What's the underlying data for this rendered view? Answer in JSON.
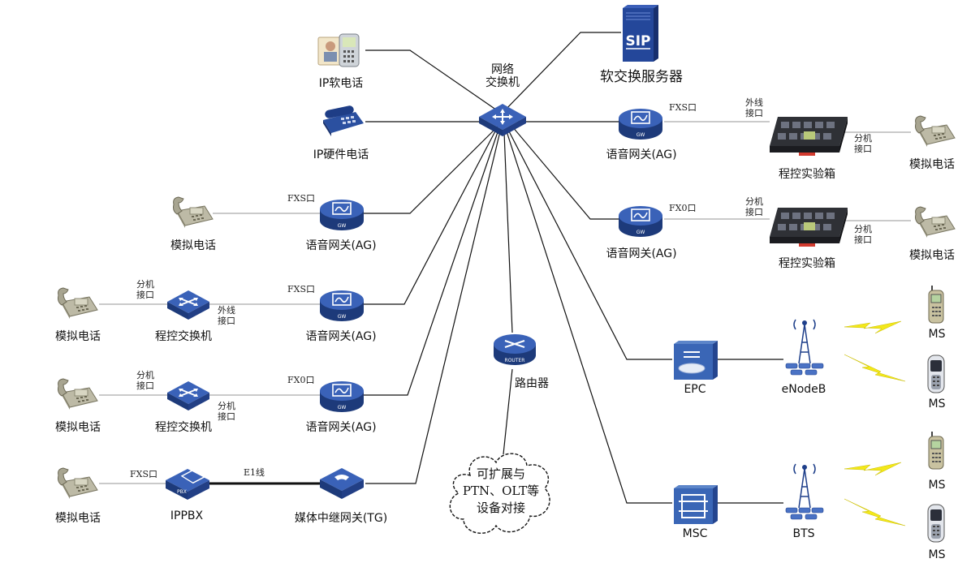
{
  "switch": {
    "label_line1": "网络",
    "label_line2": "交换机"
  },
  "sip_server": {
    "label": "软交换服务器",
    "logo_text": "SIP"
  },
  "ip_soft_phone": {
    "label": "IP软电话"
  },
  "ip_hard_phone": {
    "label": "IP硬件电话"
  },
  "router": {
    "label": "路由器",
    "badge": "ROUTER"
  },
  "cloud": {
    "line1": "可扩展与",
    "line2": "PTN、OLT等",
    "line3": "设备对接"
  },
  "gateway_badge": "GW",
  "pbx_badge": "PBX",
  "left_rows": [
    {
      "phone": "模拟电话",
      "gateway": "语音网关(AG)",
      "gw_port": "FXS口"
    },
    {
      "phone": "模拟电话",
      "exchange": "程控交换机",
      "ext_port_line1": "分机",
      "ext_port_line2": "接口",
      "trunk_line1": "外线",
      "trunk_line2": "接口",
      "gateway": "语音网关(AG)",
      "gw_port": "FXS口"
    },
    {
      "phone": "模拟电话",
      "exchange": "程控交换机",
      "ext_port_line1": "分机",
      "ext_port_line2": "接口",
      "trunk_line1": "分机",
      "trunk_line2": "接口",
      "gateway": "语音网关(AG)",
      "gw_port": "FX0口"
    },
    {
      "phone": "模拟电话",
      "pbx": "IPPBX",
      "pbx_port": "FXS口",
      "link": "E1线",
      "tg": "媒体中继网关(TG)"
    }
  ],
  "right_rows": [
    {
      "gateway": "语音网关(AG)",
      "gw_port": "FXS口",
      "box_port_line1": "外线",
      "box_port_line2": "接口",
      "box": "程控实验箱",
      "ext_line1": "分机",
      "ext_line2": "接口",
      "phone": "模拟电话"
    },
    {
      "gateway": "语音网关(AG)",
      "gw_port": "FX0口",
      "box_port_line1": "分机",
      "box_port_line2": "接口",
      "box": "程控实验箱",
      "ext_line1": "分机",
      "ext_line2": "接口",
      "phone": "模拟电话"
    }
  ],
  "mobile": {
    "epc": "EPC",
    "enodeb": "eNodeB",
    "msc": "MSC",
    "bts": "BTS",
    "ms": "MS"
  },
  "colors": {
    "device_blue": "#2e55a6",
    "device_dark": "#1d3a7a",
    "link": "#111111",
    "thin_link": "#9a9a9a",
    "lightning": "#f3e81a",
    "tower": "#1e3f8a"
  }
}
